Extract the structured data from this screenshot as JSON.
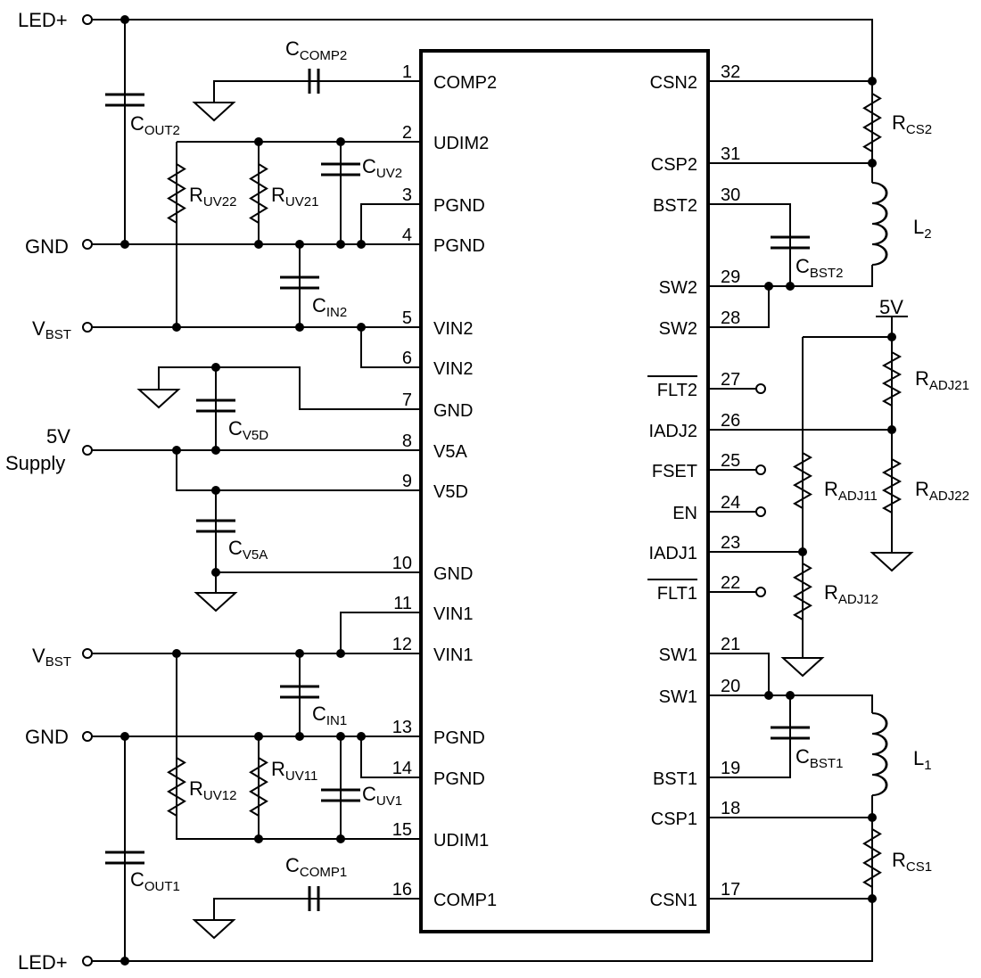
{
  "ic": {
    "left_pins": [
      {
        "num": "1",
        "name": "COMP2"
      },
      {
        "num": "2",
        "name": "UDIM2"
      },
      {
        "num": "3",
        "name": "PGND"
      },
      {
        "num": "4",
        "name": "PGND"
      },
      {
        "num": "5",
        "name": "VIN2"
      },
      {
        "num": "6",
        "name": "VIN2"
      },
      {
        "num": "7",
        "name": "GND"
      },
      {
        "num": "8",
        "name": "V5A"
      },
      {
        "num": "9",
        "name": "V5D"
      },
      {
        "num": "10",
        "name": "GND"
      },
      {
        "num": "11",
        "name": "VIN1"
      },
      {
        "num": "12",
        "name": "VIN1"
      },
      {
        "num": "13",
        "name": "PGND"
      },
      {
        "num": "14",
        "name": "PGND"
      },
      {
        "num": "15",
        "name": "UDIM1"
      },
      {
        "num": "16",
        "name": "COMP1"
      }
    ],
    "right_pins": [
      {
        "num": "32",
        "name": "CSN2"
      },
      {
        "num": "31",
        "name": "CSP2"
      },
      {
        "num": "30",
        "name": "BST2"
      },
      {
        "num": "29",
        "name": "SW2"
      },
      {
        "num": "28",
        "name": "SW2"
      },
      {
        "num": "27",
        "name": "FLT2"
      },
      {
        "num": "26",
        "name": "IADJ2"
      },
      {
        "num": "25",
        "name": "FSET"
      },
      {
        "num": "24",
        "name": "EN"
      },
      {
        "num": "23",
        "name": "IADJ1"
      },
      {
        "num": "22",
        "name": "FLT1"
      },
      {
        "num": "21",
        "name": "SW1"
      },
      {
        "num": "20",
        "name": "SW1"
      },
      {
        "num": "19",
        "name": "BST1"
      },
      {
        "num": "18",
        "name": "CSP1"
      },
      {
        "num": "17",
        "name": "CSN1"
      }
    ]
  },
  "nets": {
    "led_plus_top": "LED+",
    "led_plus_bottom": "LED+",
    "gnd_top": "GND",
    "gnd_bottom": "GND",
    "vbst_top": {
      "main": "V",
      "sub": "BST"
    },
    "vbst_bottom": {
      "main": "V",
      "sub": "BST"
    },
    "supply_line1": "5V",
    "supply_line2": "Supply",
    "fivev_rail": "5V"
  },
  "components": {
    "ccomp2": {
      "main": "C",
      "sub": "COMP2"
    },
    "cout2": {
      "main": "C",
      "sub": "OUT2"
    },
    "ruv22": {
      "main": "R",
      "sub": "UV22"
    },
    "ruv21": {
      "main": "R",
      "sub": "UV21"
    },
    "cuv2": {
      "main": "C",
      "sub": "UV2"
    },
    "cin2": {
      "main": "C",
      "sub": "IN2"
    },
    "cv5d": {
      "main": "C",
      "sub": "V5D"
    },
    "cv5a": {
      "main": "C",
      "sub": "V5A"
    },
    "cin1": {
      "main": "C",
      "sub": "IN1"
    },
    "ruv12": {
      "main": "R",
      "sub": "UV12"
    },
    "ruv11": {
      "main": "R",
      "sub": "UV11"
    },
    "cuv1": {
      "main": "C",
      "sub": "UV1"
    },
    "cout1": {
      "main": "C",
      "sub": "OUT1"
    },
    "ccomp1": {
      "main": "C",
      "sub": "COMP1"
    },
    "rcs2": {
      "main": "R",
      "sub": "CS2"
    },
    "l2": {
      "main": "L",
      "sub": "2"
    },
    "cbst2": {
      "main": "C",
      "sub": "BST2"
    },
    "radj21": {
      "main": "R",
      "sub": "ADJ21"
    },
    "radj11": {
      "main": "R",
      "sub": "ADJ11"
    },
    "radj22": {
      "main": "R",
      "sub": "ADJ22"
    },
    "radj12": {
      "main": "R",
      "sub": "ADJ12"
    },
    "cbst1": {
      "main": "C",
      "sub": "BST1"
    },
    "l1": {
      "main": "L",
      "sub": "1"
    },
    "rcs1": {
      "main": "R",
      "sub": "CS1"
    }
  }
}
